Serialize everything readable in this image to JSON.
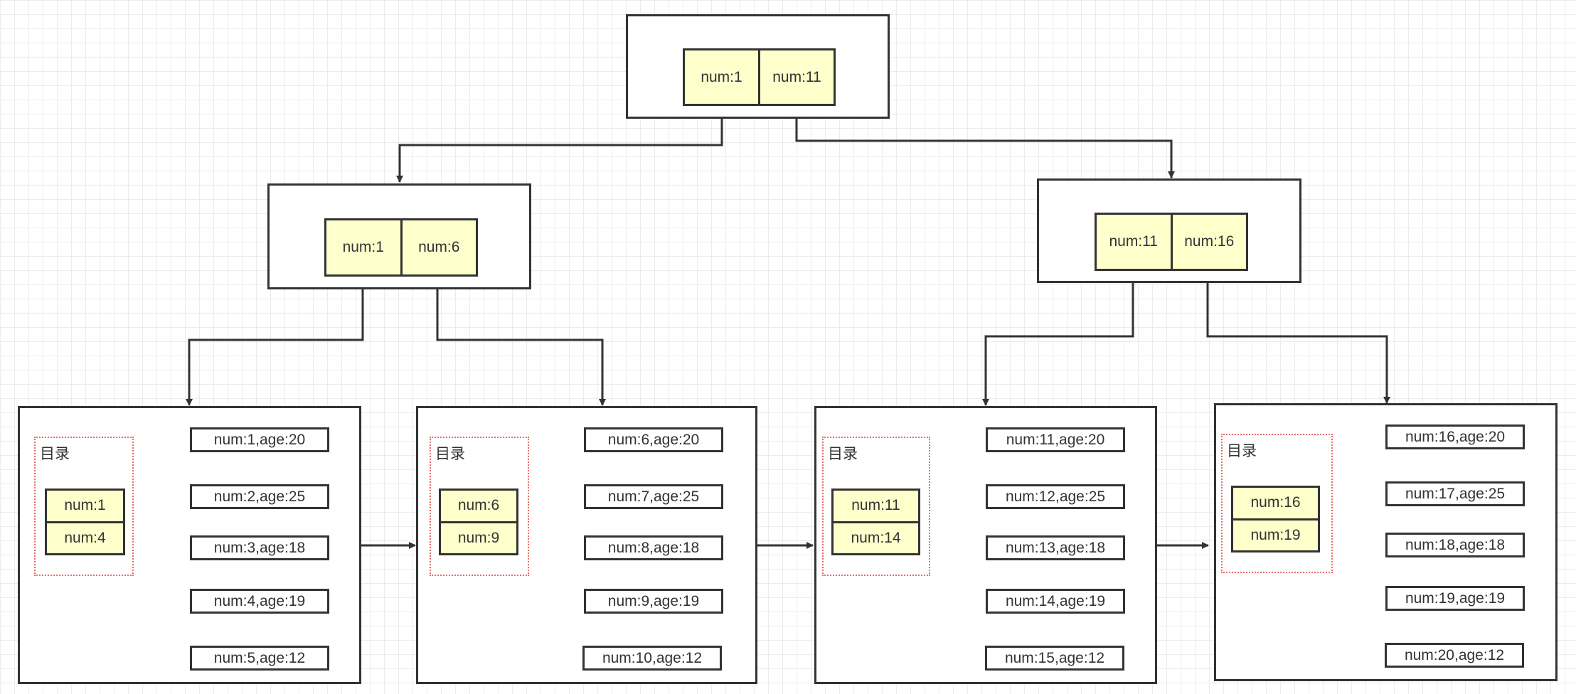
{
  "root": {
    "keys": [
      "num:1",
      "num:11"
    ]
  },
  "internal": [
    {
      "keys": [
        "num:1",
        "num:6"
      ]
    },
    {
      "keys": [
        "num:11",
        "num:16"
      ]
    }
  ],
  "directory_label": "目录",
  "pages": [
    {
      "directory": [
        "num:1",
        "num:4"
      ],
      "records": [
        "num:1,age:20",
        "num:2,age:25",
        "num:3,age:18",
        "num:4,age:19",
        "num:5,age:12"
      ]
    },
    {
      "directory": [
        "num:6",
        "num:9"
      ],
      "records": [
        "num:6,age:20",
        "num:7,age:25",
        "num:8,age:18",
        "num:9,age:19",
        "num:10,age:12"
      ]
    },
    {
      "directory": [
        "num:11",
        "num:14"
      ],
      "records": [
        "num:11,age:20",
        "num:12,age:25",
        "num:13,age:18",
        "num:14,age:19",
        "num:15,age:12"
      ]
    },
    {
      "directory": [
        "num:16",
        "num:19"
      ],
      "records": [
        "num:16,age:20",
        "num:17,age:25",
        "num:18,age:18",
        "num:19,age:19",
        "num:20,age:12"
      ]
    }
  ],
  "colors": {
    "key_fill": "#ffffcc",
    "border": "#333333",
    "directory_border": "#ea6b66",
    "grid": "#ececec"
  }
}
